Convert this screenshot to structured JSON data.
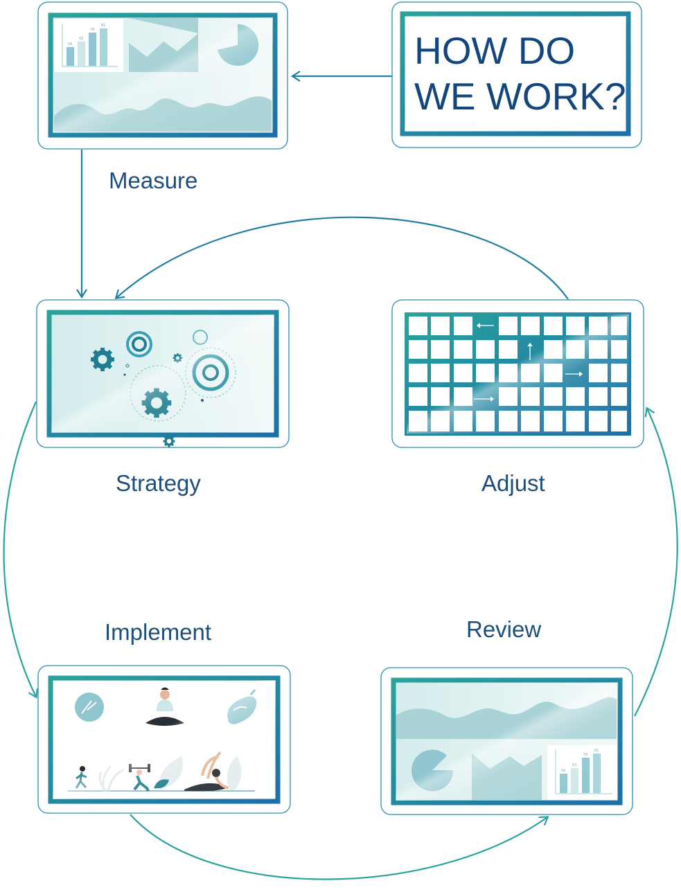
{
  "title": {
    "line1": "HOW DO",
    "line2": "WE WORK?"
  },
  "steps": {
    "measure": "Measure",
    "strategy": "Strategy",
    "adjust": "Adjust",
    "review": "Review",
    "implement": "Implement"
  },
  "mini_chart_labels": [
    "56",
    "63",
    "79",
    "81"
  ],
  "colors": {
    "primary": "#1f7fa0",
    "accent": "#2aa39a",
    "label": "#1d4e7c",
    "panel_fill": "#a9d3d6",
    "icon_dark": "#1f7d8f"
  },
  "icons": [
    "gear-icon",
    "runner-icon",
    "weightlifter-icon",
    "yoga-icon",
    "apple-icon",
    "meditation-icon",
    "eggplant-icon",
    "arrow-icon"
  ]
}
